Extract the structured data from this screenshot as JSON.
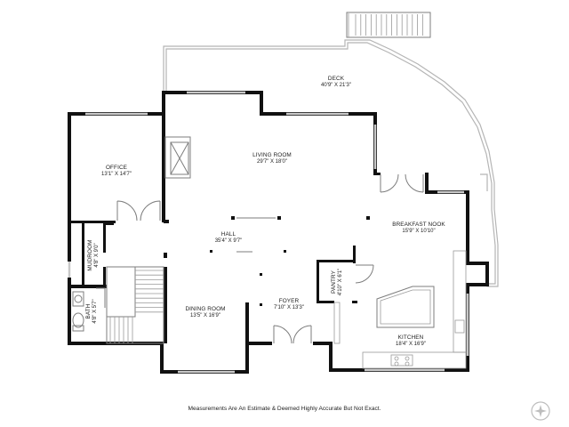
{
  "rooms": {
    "deck": {
      "name": "DECK",
      "dims": "40'9\" X 21'3\""
    },
    "office": {
      "name": "OFFICE",
      "dims": "13'1\" X 14'7\""
    },
    "living": {
      "name": "LIVING ROOM",
      "dims": "29'7\" X 18'0\""
    },
    "breakfast": {
      "name": "BREAKFAST NOOK",
      "dims": "15'9\" X 10'10\""
    },
    "hall": {
      "name": "HALL",
      "dims": "35'4\" X 9'7\""
    },
    "mudroom": {
      "name": "MUDROOM",
      "dims": "4'8\" X 9'0\""
    },
    "pantry": {
      "name": "PANTRY",
      "dims": "4'10\" X 6'1\""
    },
    "bath": {
      "name": "BATH",
      "dims": "4'8\" X 5'7\""
    },
    "foyer": {
      "name": "FOYER",
      "dims": "7'10\" X 13'3\""
    },
    "dining": {
      "name": "DINING ROOM",
      "dims": "13'5\" X 16'9\""
    },
    "kitchen": {
      "name": "KITCHEN",
      "dims": "18'4\" X 16'9\""
    }
  },
  "footer": {
    "disclaimer": "Measurements Are An Estimate & Deemed Highly Accurate But Not Exact."
  },
  "colors": {
    "walls": "#111111",
    "deck_outline": "#b5b5b5",
    "background": "#ffffff"
  }
}
